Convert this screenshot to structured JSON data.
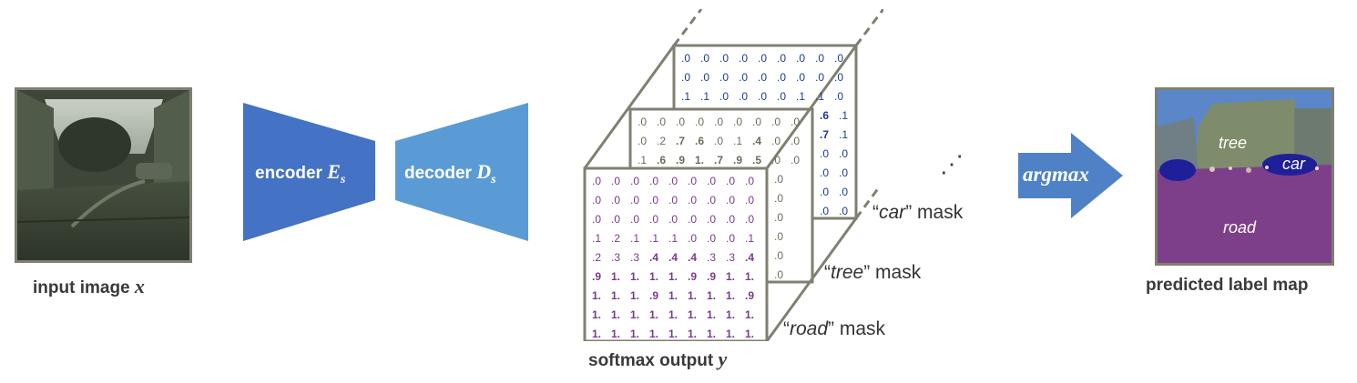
{
  "input": {
    "caption": "input image",
    "var": "x"
  },
  "encoder": {
    "label": "encoder",
    "var": "E",
    "sub": "s",
    "color": "#4472c4"
  },
  "decoder": {
    "label": "decoder",
    "var": "D",
    "sub": "s",
    "color": "#5b9bd5"
  },
  "softmax": {
    "caption": "softmax output",
    "var": "y"
  },
  "masks": [
    {
      "class": "car",
      "label": "mask",
      "color": "#1f3a93"
    },
    {
      "class": "tree",
      "label": "mask",
      "color": "#6b6b5a"
    },
    {
      "class": "road",
      "label": "mask",
      "color": "#7a3a8a"
    }
  ],
  "grids": {
    "car": [
      [
        ".0",
        ".0",
        ".0",
        ".0",
        ".0",
        ".0",
        ".0",
        ".0",
        ".0"
      ],
      [
        ".0",
        ".0",
        ".0",
        ".0",
        ".0",
        ".0",
        ".0",
        ".0",
        ".0"
      ],
      [
        ".1",
        ".1",
        ".0",
        ".0",
        ".0",
        ".0",
        ".1",
        ".1",
        ".0"
      ],
      [
        ".6",
        ".1"
      ],
      [
        ".7",
        ".1"
      ],
      [
        ".0",
        ".0"
      ],
      [
        ".0",
        ".0"
      ],
      [
        ".0",
        ".0"
      ],
      [
        ".0",
        ".0"
      ]
    ],
    "tree": [
      [
        ".0",
        ".0",
        ".0",
        ".0",
        ".0",
        ".0",
        ".0",
        ".0",
        ".0"
      ],
      [
        ".0",
        ".2",
        ".7",
        ".6",
        ".0",
        ".1",
        ".4",
        ".0",
        ".0"
      ],
      [
        ".1",
        ".6",
        ".9",
        "1.",
        ".7",
        ".9",
        ".5",
        ".0",
        ".0"
      ],
      [
        ".0"
      ],
      [
        ".0"
      ],
      [
        ".0"
      ],
      [
        ".0"
      ],
      [
        ".0"
      ],
      [
        ".0"
      ]
    ],
    "road": [
      [
        ".0",
        ".0",
        ".0",
        ".0",
        ".0",
        ".0",
        ".0",
        ".0",
        ".0"
      ],
      [
        ".0",
        ".0",
        ".0",
        ".0",
        ".0",
        ".0",
        ".0",
        ".0",
        ".0"
      ],
      [
        ".0",
        ".0",
        ".0",
        ".0",
        ".0",
        ".0",
        ".0",
        ".0",
        ".0"
      ],
      [
        ".1",
        ".2",
        ".1",
        ".1",
        ".1",
        ".0",
        ".0",
        ".0",
        ".1"
      ],
      [
        ".2",
        ".3",
        ".3",
        ".4",
        ".4",
        ".4",
        ".3",
        ".3",
        ".4"
      ],
      [
        ".9",
        "1.",
        "1.",
        "1.",
        "1.",
        ".9",
        ".9",
        "1.",
        "1."
      ],
      [
        "1.",
        "1.",
        "1.",
        ".9",
        "1.",
        "1.",
        "1.",
        "1.",
        ".9"
      ],
      [
        "1.",
        "1.",
        "1.",
        "1.",
        "1.",
        "1.",
        "1.",
        "1.",
        "1."
      ],
      [
        "1.",
        "1.",
        "1.",
        "1.",
        "1.",
        "1.",
        "1.",
        "1.",
        "1."
      ]
    ]
  },
  "ellipsis": "⋰",
  "argmax": {
    "label": "argmax",
    "color": "#4f81c7"
  },
  "prediction": {
    "caption": "predicted label map",
    "labels": {
      "tree": "tree",
      "car": "car",
      "road": "road"
    },
    "colors": {
      "sky": "#5b87c9",
      "tree": "#7f8c6b",
      "car": "#1f1f9a",
      "road": "#7e3f8a"
    }
  }
}
